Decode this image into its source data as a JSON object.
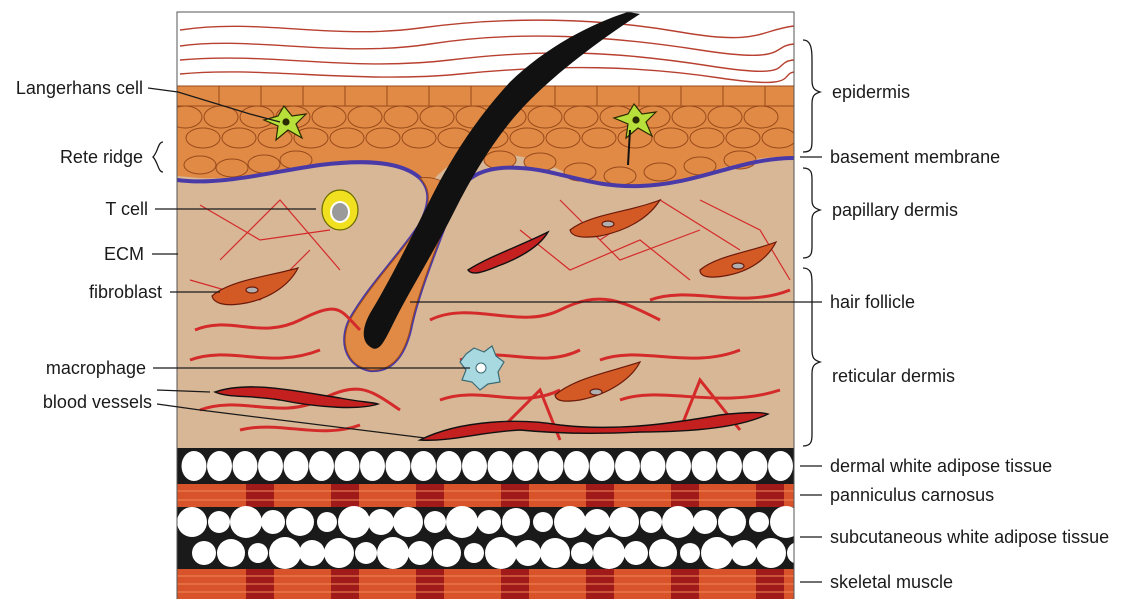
{
  "left_labels": {
    "langerhans": "Langerhans cell",
    "rete_ridge": "Rete ridge",
    "t_cell": "T cell",
    "ecm": "ECM",
    "fibroblast": "fibroblast",
    "macrophage": "macrophage",
    "blood_vessels": "blood vessels"
  },
  "right_labels": {
    "epidermis": "epidermis",
    "basement_membrane": "basement membrane",
    "papillary_dermis": "papillary dermis",
    "hair_follicle": "hair follicle",
    "reticular_dermis": "reticular dermis",
    "dermal_white_adipose": "dermal white adipose tissue",
    "panniculus_carnosus": "panniculus carnosus",
    "subcutaneous_white_adipose": "subcutaneous white adipose tissue",
    "skeletal_muscle": "skeletal muscle"
  },
  "colors": {
    "dermis": "#d8b796",
    "keratinocyte": "#e08a45",
    "keratinocyte_border": "#9a4a1c",
    "basement_membrane": "#4a3aa8",
    "collagen_fiber": "#d42a2a",
    "muscle_light": "#d9532a",
    "muscle_dark": "#a01a1a",
    "hair": "#111111",
    "langerhans": "#b8e03a",
    "t_cell_ring": "#f0e020",
    "macrophage": "#a8d8e0"
  }
}
